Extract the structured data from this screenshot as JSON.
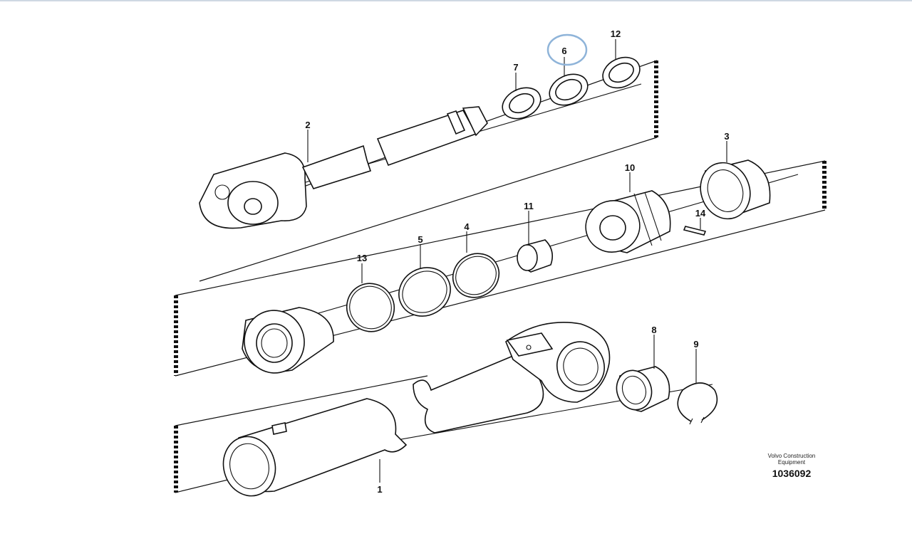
{
  "figure": {
    "callouts": [
      "1",
      "2",
      "3",
      "4",
      "5",
      "6",
      "7",
      "8",
      "9",
      "10",
      "11",
      "12",
      "13",
      "14"
    ],
    "highlighted_callout": "6",
    "highlight_color": "#8fb4d9",
    "credit_line1": "Volvo Construction",
    "credit_line2": "Equipment",
    "figure_number": "1036092"
  }
}
